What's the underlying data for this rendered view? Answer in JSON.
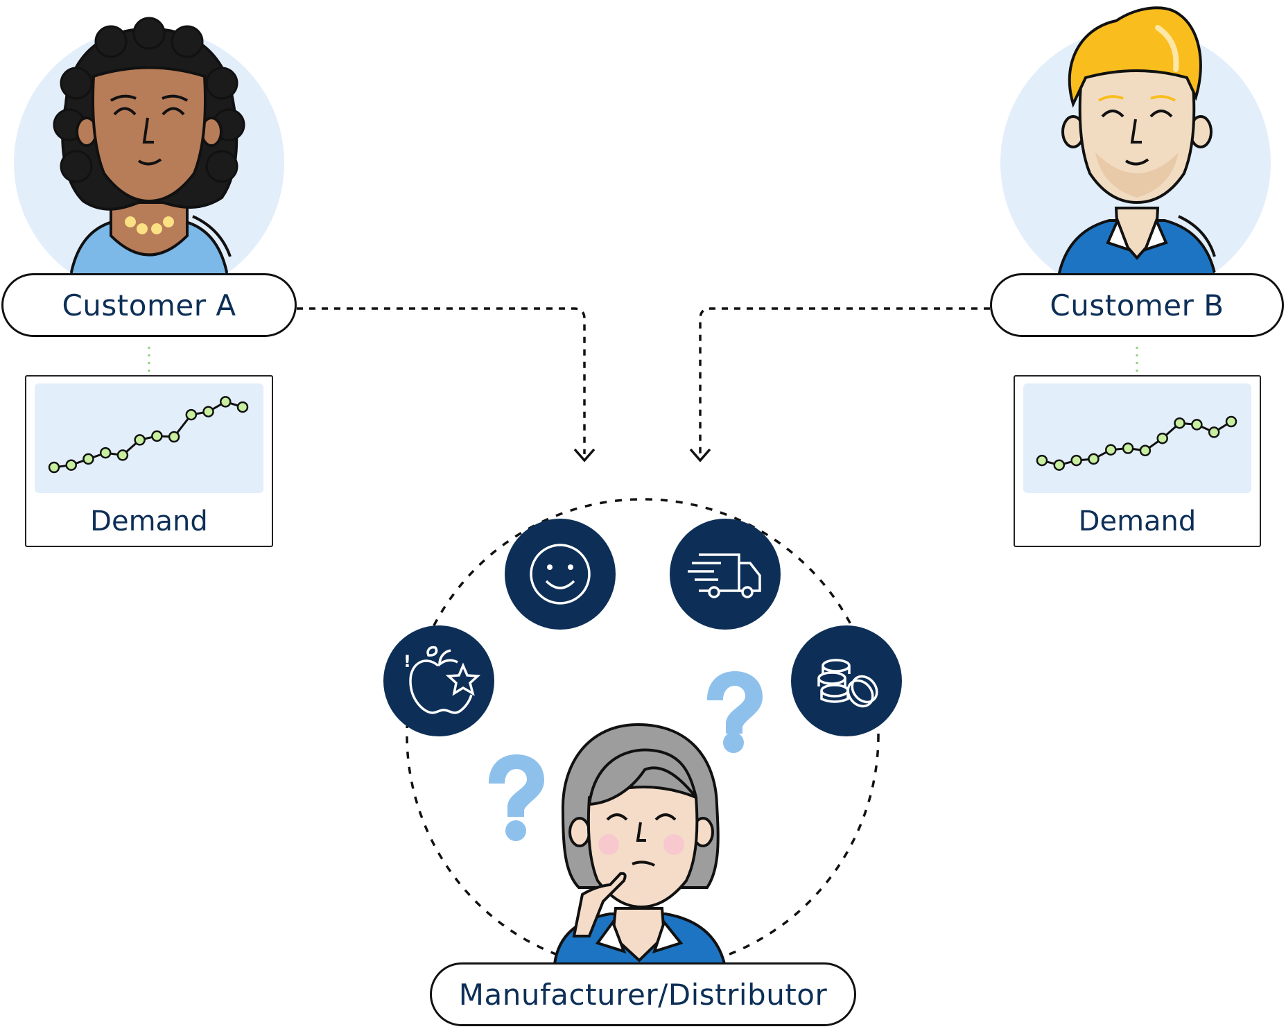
{
  "customers": [
    {
      "label": "Customer A",
      "demand_label": "Demand",
      "chart_data": {
        "type": "line",
        "title": "",
        "x": [
          1,
          2,
          3,
          4,
          5,
          6,
          7,
          8,
          9,
          10,
          11,
          12
        ],
        "values": [
          1,
          1.3,
          2.1,
          2.9,
          2.6,
          4.6,
          5.1,
          5.0,
          7.9,
          8.3,
          9.6,
          8.9
        ],
        "ylim": [
          0,
          10
        ]
      }
    },
    {
      "label": "Customer B",
      "demand_label": "Demand",
      "chart_data": {
        "type": "line",
        "title": "",
        "x": [
          1,
          2,
          3,
          4,
          5,
          6,
          7,
          8,
          9,
          10,
          11,
          12
        ],
        "values": [
          1.9,
          1.3,
          1.9,
          2.1,
          3.3,
          3.5,
          3.2,
          4.8,
          6.8,
          6.6,
          5.6,
          7.0
        ],
        "ylim": [
          0,
          10
        ]
      }
    }
  ],
  "manufacturer": {
    "label": "Manufacturer/Distributor"
  },
  "factor_icons": [
    "apple-star-icon",
    "smiley-face-icon",
    "delivery-truck-icon",
    "coins-icon"
  ],
  "colors": {
    "navy": "#0d2f57",
    "light_blue_circle": "#e3eefb",
    "question_mark": "#8ec0ec",
    "chart_point": "#c8ef9f",
    "customer_a_shirt": "#7cb9e8",
    "customer_b_shirt": "#1c74c2",
    "hair_blond": "#f9bd1d"
  }
}
